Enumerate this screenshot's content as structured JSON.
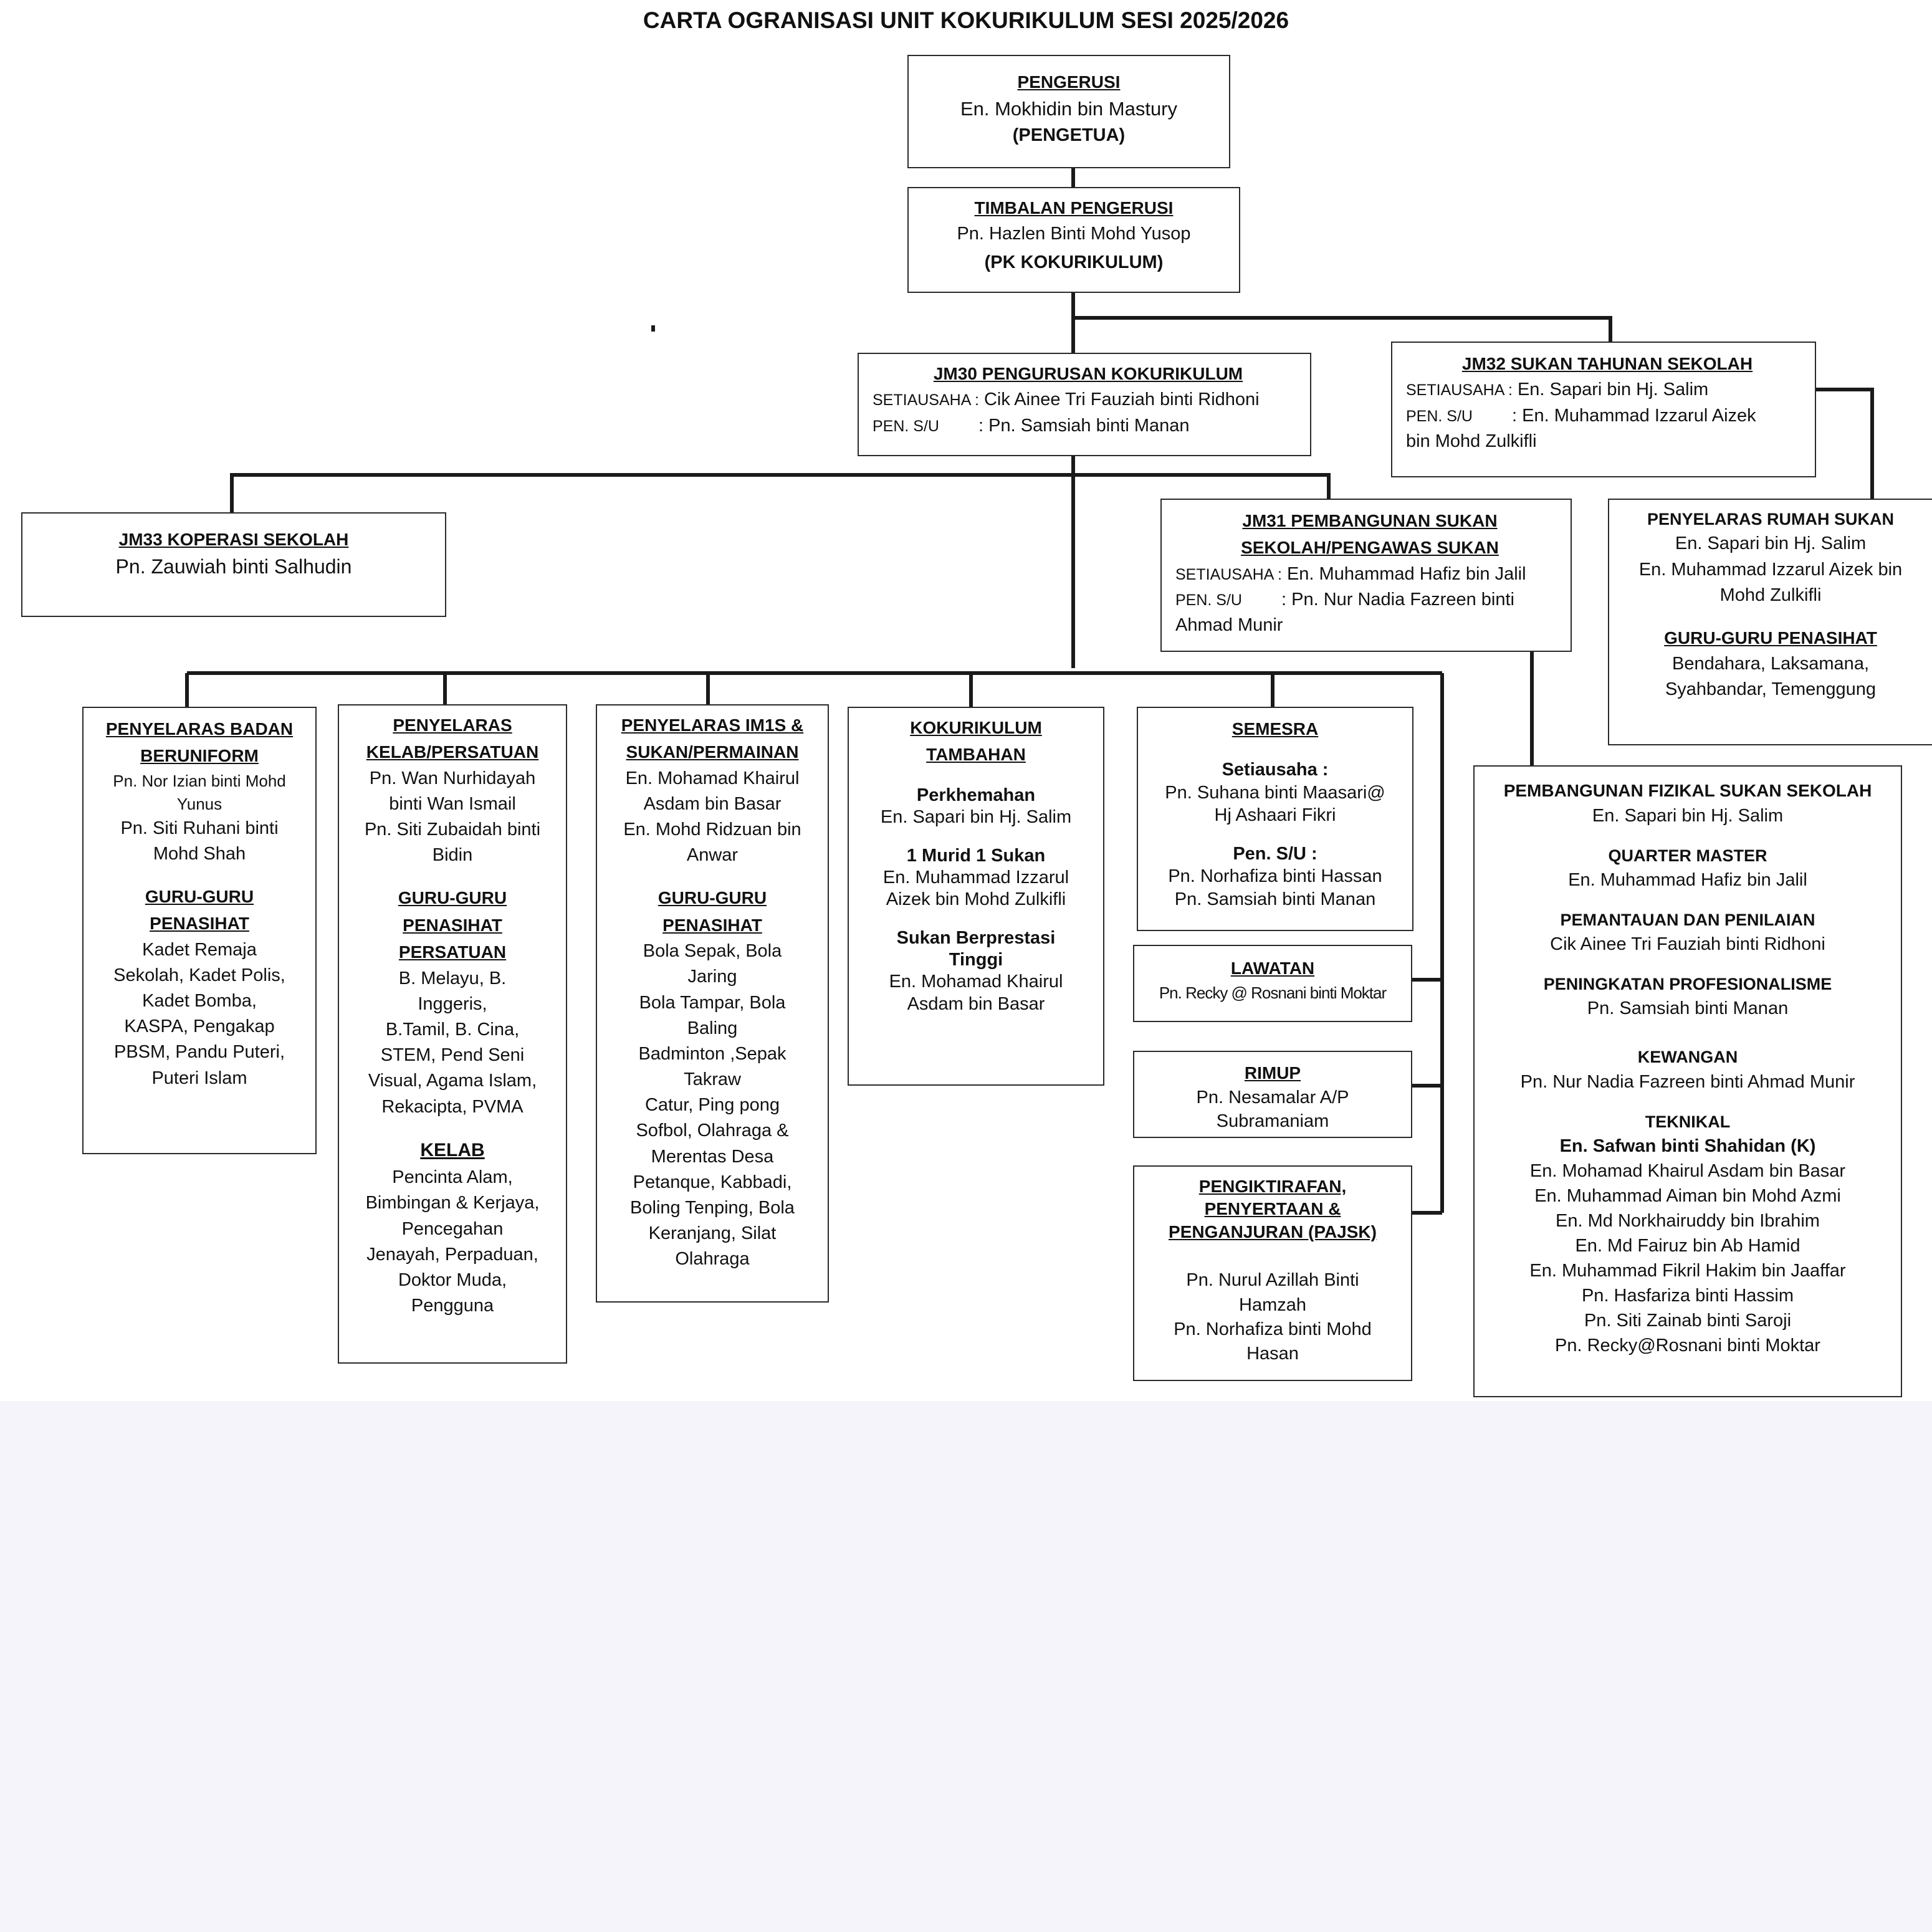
{
  "title": "CARTA OGRANISASI UNIT KOKURIKULUM SESI 2025/2026",
  "pengerusi": {
    "heading": "PENGERUSI",
    "name": "En. Mokhidin bin Mastury",
    "role": "(PENGETUA)"
  },
  "timbalan": {
    "heading": "TIMBALAN PENGERUSI",
    "name": "Pn. Hazlen Binti Mohd Yusop",
    "role": "(PK KOKURIKULUM)"
  },
  "jm30": {
    "heading": "JM30 PENGURUSAN KOKURIKULUM",
    "setiausaha_label": "SETIAUSAHA :",
    "setiausaha": "Cik Ainee Tri Fauziah binti Ridhoni",
    "pen_label": "PEN. S/U",
    "pen": ": Pn. Samsiah binti Manan"
  },
  "jm32": {
    "heading": "JM32 SUKAN TAHUNAN SEKOLAH",
    "setiausaha_label": "SETIAUSAHA :",
    "setiausaha": "En. Sapari bin Hj. Salim",
    "pen_label": "PEN. S/U",
    "pen_1": ": En. Muhammad Izzarul Aizek",
    "pen_2": "bin Mohd Zulkifli"
  },
  "jm33": {
    "heading": "JM33 KOPERASI SEKOLAH",
    "name": "Pn. Zauwiah binti Salhudin"
  },
  "jm31": {
    "heading_1": "JM31 PEMBANGUNAN SUKAN",
    "heading_2": "SEKOLAH/PENGAWAS SUKAN",
    "setiausaha_label": "SETIAUSAHA :",
    "setiausaha": "En. Muhammad Hafiz bin Jalil",
    "pen_label": "PEN. S/U",
    "pen_1": ": Pn. Nur Nadia Fazreen binti",
    "pen_2": "Ahmad Munir"
  },
  "rumah_sukan": {
    "heading": "PENYELARAS RUMAH SUKAN",
    "names": [
      "En. Sapari bin Hj. Salim",
      "En. Muhammad Izzarul Aizek bin",
      "Mohd Zulkifli"
    ],
    "guru_heading": "GURU-GURU PENASIHAT",
    "guru": [
      "Bendahara, Laksamana,",
      "Syahbandar, Temenggung"
    ]
  },
  "beruniform": {
    "heading_1": "PENYELARAS  BADAN",
    "heading_2": "BERUNIFORM",
    "names": [
      "Pn. Nor Izian binti Mohd",
      "Yunus",
      "Pn. Siti Ruhani binti",
      "Mohd Shah"
    ],
    "guru_heading_1": "GURU-GURU",
    "guru_heading_2": "PENASIHAT",
    "guru": [
      "Kadet Remaja",
      "Sekolah, Kadet Polis,",
      "Kadet Bomba,",
      "KASPA, Pengakap",
      "PBSM, Pandu Puteri,",
      "Puteri Islam"
    ]
  },
  "kelab": {
    "heading_1": "PENYELARAS",
    "heading_2": "KELAB/PERSATUAN",
    "names": [
      "Pn. Wan Nurhidayah",
      "binti Wan Ismail",
      "Pn. Siti Zubaidah binti",
      "Bidin"
    ],
    "guru_heading_1": "GURU-GURU",
    "guru_heading_2": "PENASIHAT",
    "guru_heading_3": "PERSATUAN",
    "guru": [
      "B. Melayu, B.",
      "Inggeris,",
      "B.Tamil, B. Cina,",
      "STEM, Pend Seni",
      "Visual, Agama Islam,",
      "Rekacipta, PVMA"
    ],
    "kelab_heading": "KELAB",
    "kelab": [
      "Pencinta Alam,",
      "Bimbingan & Kerjaya,",
      "Pencegahan",
      "Jenayah, Perpaduan,",
      "Doktor Muda,",
      "Pengguna"
    ]
  },
  "im1s": {
    "heading_1": "PENYELARAS  IM1S &",
    "heading_2": "SUKAN/PERMAINAN",
    "names": [
      "En. Mohamad Khairul",
      "Asdam bin Basar",
      "En. Mohd Ridzuan bin",
      "Anwar"
    ],
    "guru_heading_1": "GURU-GURU",
    "guru_heading_2": "PENASIHAT",
    "guru": [
      "Bola Sepak, Bola",
      "Jaring",
      "Bola Tampar, Bola",
      "Baling",
      "Badminton ,Sepak",
      "Takraw",
      "Catur,  Ping pong",
      "Sofbol, Olahraga &",
      "Merentas Desa",
      "Petanque, Kabbadi,",
      "Boling Tenping, Bola",
      "Keranjang, Silat",
      "Olahraga"
    ]
  },
  "tambahan": {
    "heading_1": "KOKURIKULUM",
    "heading_2": "TAMBAHAN",
    "sub1": "Perkhemahan",
    "sub1_name": "En. Sapari bin Hj. Salim",
    "sub2": "1 Murid 1 Sukan",
    "sub2_names": [
      "En. Muhammad Izzarul",
      "Aizek bin Mohd Zulkifli"
    ],
    "sub3_1": "Sukan Berprestasi",
    "sub3_2": "Tinggi",
    "sub3_names": [
      "En. Mohamad Khairul",
      "Asdam bin Basar"
    ]
  },
  "semesra": {
    "heading": "SEMESRA",
    "setiausaha_label": "Setiausaha :",
    "setiausaha": [
      "Pn. Suhana binti Maasari@",
      "Hj Ashaari Fikri"
    ],
    "pen_label": "Pen. S/U :",
    "pen": [
      "Pn. Norhafiza binti Hassan",
      "Pn. Samsiah binti Manan"
    ]
  },
  "lawatan": {
    "heading": "LAWATAN",
    "name": "Pn. Recky @ Rosnani binti Moktar"
  },
  "rimup": {
    "heading": "RIMUP",
    "names": [
      "Pn. Nesamalar A/P",
      "Subramaniam"
    ]
  },
  "pajsk": {
    "heading_1": "PENGIKTIRAFAN,",
    "heading_2": "PENYERTAAN &",
    "heading_3": "PENGANJURAN (PAJSK)",
    "names": [
      "Pn. Nurul Azillah Binti",
      "Hamzah",
      "Pn. Norhafiza binti Mohd",
      "Hasan"
    ]
  },
  "fizikal": {
    "heading": "PEMBANGUNAN FIZIKAL SUKAN SEKOLAH",
    "name": "En. Sapari bin Hj. Salim",
    "qm_heading": "QUARTER MASTER",
    "qm": "En. Muhammad Hafiz bin Jalil",
    "pp_heading": "PEMANTAUAN DAN PENILAIAN",
    "pp": "Cik Ainee Tri Fauziah binti Ridhoni",
    "prof_heading": "PENINGKATAN PROFESIONALISME",
    "prof": "Pn. Samsiah binti Manan",
    "kew_heading": "KEWANGAN",
    "kew": "Pn. Nur Nadia Fazreen binti Ahmad Munir",
    "tek_heading": "TEKNIKAL",
    "tek_lead": "En. Safwan binti Shahidan (K)",
    "tek": [
      "En. Mohamad Khairul Asdam bin Basar",
      "En. Muhammad Aiman bin Mohd Azmi",
      "En. Md Norkhairuddy bin Ibrahim",
      "En. Md Fairuz bin Ab Hamid",
      "En. Muhammad Fikril Hakim bin Jaaffar",
      "Pn. Hasfariza binti Hassim",
      "Pn. Siti Zainab binti Saroji",
      "Pn. Recky@Rosnani binti Moktar"
    ]
  }
}
